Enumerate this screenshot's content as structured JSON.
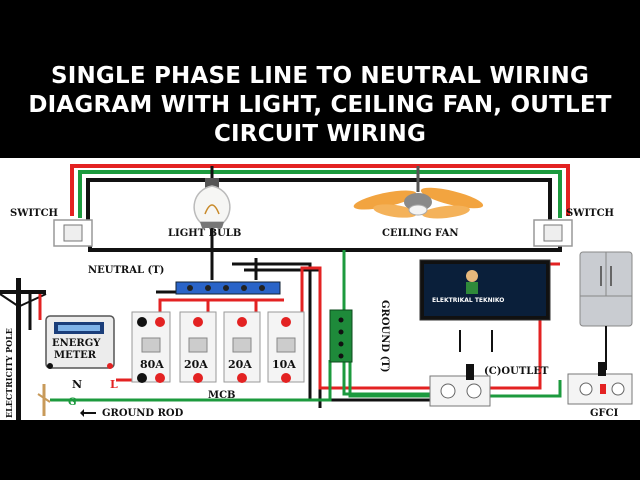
{
  "title": "SINGLE PHASE LINE TO NEUTRAL WIRING DIAGRAM WITH LIGHT, CEILING FAN, OUTLET CIRCUIT WIRING",
  "labels": {
    "switch_left": "SWITCH",
    "switch_right": "SWITCH",
    "light_bulb": "LIGHT BULB",
    "ceiling_fan": "CEILING FAN",
    "neutral": "NEUTRAL (T)",
    "ground": "GROUND (T)",
    "energy_meter_1": "ENERGY",
    "energy_meter_2": "METER",
    "electricity_pole": "ELECTRICITY POLE",
    "n": "N",
    "l": "L",
    "g": "G",
    "ground_rod": "GROUND ROD",
    "mcb": "MCB",
    "outlet": "(C)OUTLET",
    "gfci": "GFCI",
    "tv_text": "ELEKTRIKAL TEKNIKO"
  },
  "breakers": [
    "80A",
    "20A",
    "20A",
    "10A"
  ],
  "colors": {
    "line": "#e32222",
    "neutral": "#111111",
    "ground": "#1c9a3e",
    "background": "#ffffff",
    "busbar": "#2a64c8"
  }
}
